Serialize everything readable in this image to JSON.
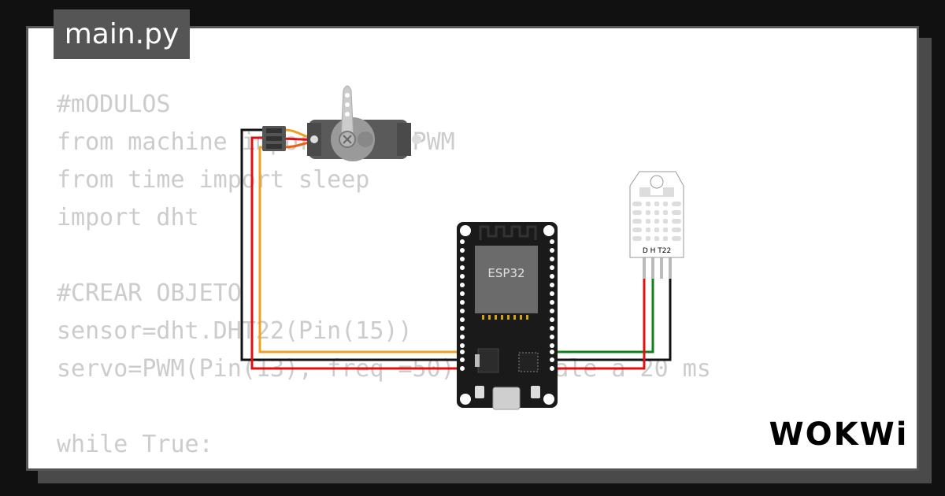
{
  "file_tab": {
    "label": "main.py"
  },
  "code_lines": [
    "#mODULOS",
    "from machine import Pin, PWM",
    "from time import sleep",
    "import dht",
    "",
    "#CREAR OBJETO",
    "sensor=dht.DHT22(Pin(15))",
    "servo=PWM(Pin(13), freq =50) #equivale a 20 ms",
    "",
    "while True:"
  ],
  "board": {
    "label": "ESP32"
  },
  "sensor": {
    "label": "D H T22"
  },
  "brand": {
    "label": "WOKWi"
  },
  "colors": {
    "wire_black": "#111111",
    "wire_red": "#e01010",
    "wire_orange": "#f0a020",
    "wire_green": "#10801a",
    "board_body": "#1a1a1a",
    "module_gray": "#6b6b6b"
  }
}
